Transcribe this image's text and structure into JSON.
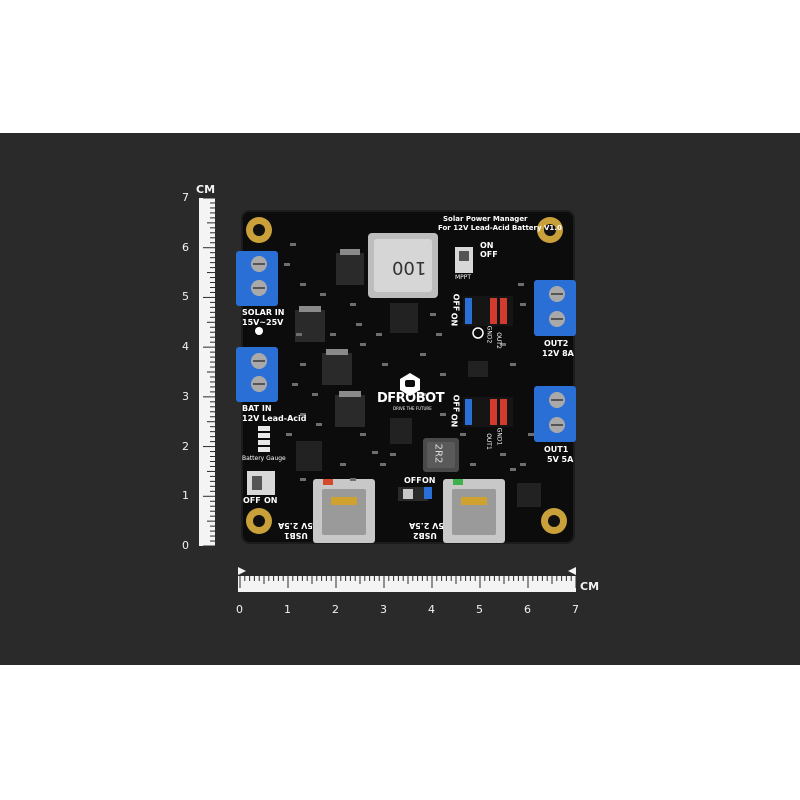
{
  "board": {
    "title_line1": "Solar Power Manager",
    "title_line2": "For 12V Lead-Acid Battery V1.0",
    "brand": "DFROBOT",
    "brand_tagline": "DRIVE THE FUTURE",
    "inductor_main": "100",
    "inductor_small": "2R2",
    "mppt": "MPPT",
    "on": "ON",
    "off": "OFF",
    "solar_in": "SOLAR IN",
    "solar_range": "15V~25V",
    "bat_in": "BAT IN",
    "bat_type": "12V Lead-Acid",
    "battery_gauge": "Battery Gauge",
    "out2": "OUT2",
    "out2_rating": "12V 8A",
    "out1": "OUT1",
    "out1_rating": "5V 5A",
    "gnd2": "GND2",
    "out2_vert": "OUT2",
    "gnd1": "GND1",
    "out1_vert": "OUT1",
    "usb1": "USB1",
    "usb1_rating": "5V 2.5A",
    "usb2": "USB2",
    "usb2_rating": "5V 2.5A"
  },
  "ruler": {
    "unit": "CM",
    "vertical": [
      "7",
      "6",
      "5",
      "4",
      "3",
      "2",
      "1",
      "0"
    ],
    "horizontal": [
      "0",
      "1",
      "2",
      "3",
      "4",
      "5",
      "6",
      "7"
    ]
  },
  "colors": {
    "background": "#2a2a2a",
    "pcb": "#0c0c0c",
    "terminal": "#2a6fd6",
    "copper": "#c9a03a",
    "usb_metal": "#c8c8c8"
  }
}
